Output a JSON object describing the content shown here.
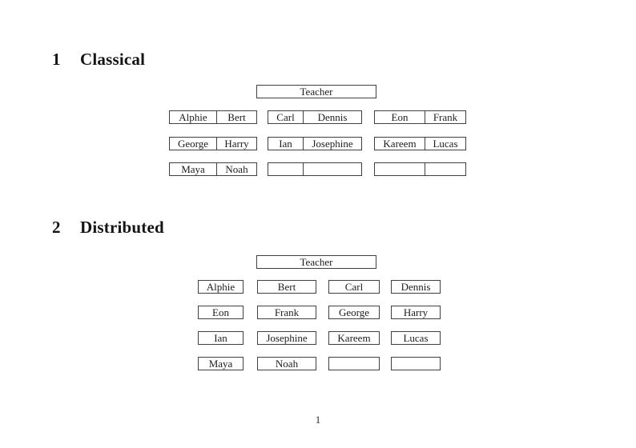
{
  "page_number": "1",
  "colors": {
    "line": "#3f3f3f",
    "text": "#1c1c1c",
    "background": "#ffffff"
  },
  "sections": [
    {
      "number": "1",
      "title": "Classical",
      "teacher": "Teacher",
      "rows": [
        {
          "desks": [
            [
              "Alphie",
              "Bert"
            ],
            [
              "Carl",
              "Dennis"
            ],
            [
              "Eon",
              "Frank"
            ]
          ]
        },
        {
          "desks": [
            [
              "George",
              "Harry"
            ],
            [
              "Ian",
              "Josephine"
            ],
            [
              "Kareem",
              "Lucas"
            ]
          ]
        },
        {
          "desks": [
            [
              "Maya",
              "Noah"
            ],
            [
              "",
              ""
            ],
            [
              "",
              ""
            ]
          ]
        }
      ]
    },
    {
      "number": "2",
      "title": "Distributed",
      "teacher": "Teacher",
      "rows": [
        {
          "desks": [
            [
              "Alphie"
            ],
            [
              "Bert"
            ],
            [
              "Carl"
            ],
            [
              "Dennis"
            ]
          ]
        },
        {
          "desks": [
            [
              "Eon"
            ],
            [
              "Frank"
            ],
            [
              "George"
            ],
            [
              "Harry"
            ]
          ]
        },
        {
          "desks": [
            [
              "Ian"
            ],
            [
              "Josephine"
            ],
            [
              "Kareem"
            ],
            [
              "Lucas"
            ]
          ]
        },
        {
          "desks": [
            [
              "Maya"
            ],
            [
              "Noah"
            ],
            [
              ""
            ],
            [
              ""
            ]
          ]
        }
      ]
    }
  ]
}
